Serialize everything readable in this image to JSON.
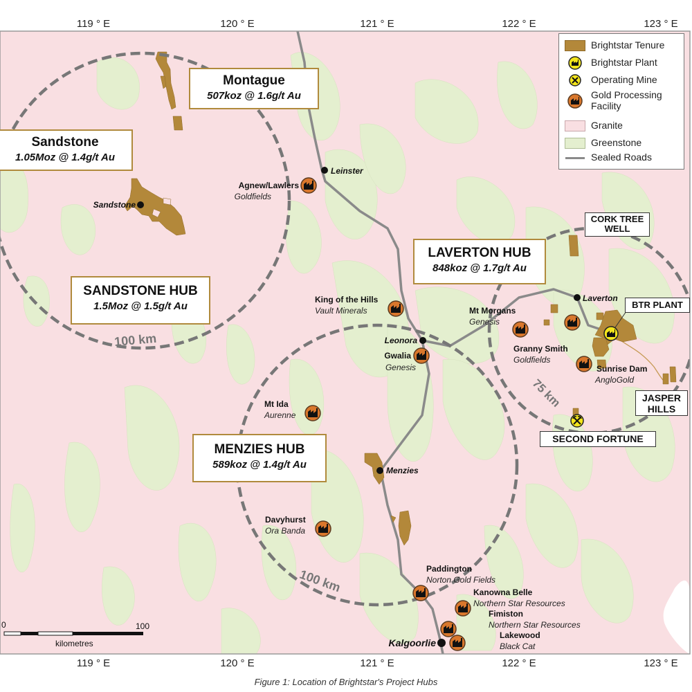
{
  "map": {
    "longitudes": [
      "119 ° E",
      "120 ° E",
      "121 ° E",
      "122 ° E",
      "123 ° E"
    ],
    "colors": {
      "granite": "#f9dfe2",
      "greenstone": "#e4efcf",
      "tenure": "#b3883a",
      "road": "#8a8a8a",
      "hub_circle": "#777777",
      "facility": "#d9772c",
      "brightstar_plant": "#f3e51b",
      "frame": "#9a9a9a"
    },
    "towns": [
      {
        "key": "leinster",
        "label": "Leinster"
      },
      {
        "key": "sandstone",
        "label": "Sandstone"
      },
      {
        "key": "leonora",
        "label": "Leonora"
      },
      {
        "key": "menzies",
        "label": "Menzies"
      },
      {
        "key": "laverton",
        "label": "Laverton"
      },
      {
        "key": "kalgoorlie",
        "label": "Kalgoorlie"
      }
    ],
    "facilities": [
      {
        "key": "agnew",
        "name": "Agnew/Lawlers",
        "owner": "Goldfields"
      },
      {
        "key": "koth",
        "name": "King of the Hills",
        "owner": "Vault Minerals"
      },
      {
        "key": "gwalia",
        "name": "Gwalia",
        "owner": "Genesis"
      },
      {
        "key": "mtmorgans",
        "name": "Mt Morgans",
        "owner": "Genesis"
      },
      {
        "key": "granny",
        "name": "Granny Smith",
        "owner": "Goldfields"
      },
      {
        "key": "sunrise",
        "name": "Sunrise Dam",
        "owner": "AngloGold"
      },
      {
        "key": "mtida",
        "name": "Mt Ida",
        "owner": "Aurenne"
      },
      {
        "key": "davyhurst",
        "name": "Davyhurst",
        "owner": "Ora Banda"
      },
      {
        "key": "paddington",
        "name": "Paddington",
        "owner": "Norton Gold Fields"
      },
      {
        "key": "kanowna",
        "name": "Kanowna Belle",
        "owner": "Northern Star Resources"
      },
      {
        "key": "fimiston",
        "name": "Fimiston",
        "owner": "Northern Star Resources"
      },
      {
        "key": "lakewood",
        "name": "Lakewood",
        "owner": "Black Cat"
      }
    ],
    "hubs": {
      "montague": {
        "title": "Montague",
        "resource": "507koz @ 1.6g/t Au"
      },
      "sandstone": {
        "title": "Sandstone",
        "resource": "1.05Moz @ 1.4g/t Au"
      },
      "sandstone_hub": {
        "title": "SANDSTONE HUB",
        "resource": "1.5Moz @ 1.5g/t Au"
      },
      "laverton_hub": {
        "title": "LAVERTON HUB",
        "resource": "848koz @ 1.7g/t Au"
      },
      "menzies_hub": {
        "title": "MENZIES HUB",
        "resource": "589koz @ 1.4g/t Au"
      }
    },
    "callouts": {
      "cork_tree_well_1": "CORK TREE",
      "cork_tree_well_2": "WELL",
      "btr_plant": "BTR PLANT",
      "jasper_hills_1": "JASPER",
      "jasper_hills_2": "HILLS",
      "second_fortune": "SECOND FORTUNE"
    },
    "radius_labels": {
      "sandstone": "100 km",
      "menzies": "100 km",
      "laverton": "75 km"
    },
    "legend": {
      "tenure": "Brightstar Tenure",
      "plant": "Brightstar Plant",
      "operating_mine": "Operating Mine",
      "gold_processing_1": "Gold Processing",
      "gold_processing_2": "Facility",
      "granite": "Granite",
      "greenstone": "Greenstone",
      "roads": "Sealed Roads"
    },
    "scale": {
      "start": "0",
      "end": "100",
      "unit": "kilometres"
    },
    "caption": "Figure 1: Location of Brightstar's Project Hubs"
  }
}
